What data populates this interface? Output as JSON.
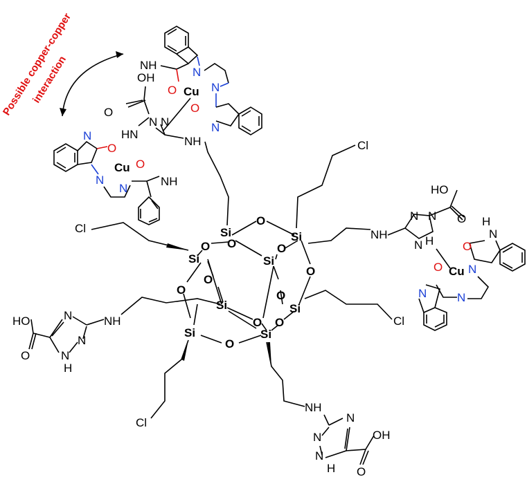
{
  "annotation": {
    "line1": "Possible copper-copper",
    "line2": "interaction"
  },
  "atoms": {
    "si": "Si",
    "o": "O",
    "cl": "Cl",
    "cu": "Cu",
    "n": "N",
    "nh": "NH",
    "hn": "HN",
    "h": "H",
    "ho": "HO",
    "oh": "OH"
  },
  "colors": {
    "nitrogen": "#1a3fd6",
    "oxygen": "#e01010",
    "annotation": "#e01010",
    "bonds": "#000000"
  }
}
